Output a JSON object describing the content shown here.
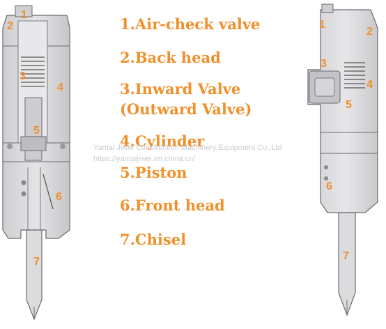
{
  "colors": {
    "label": "#f0902b",
    "steel": "#d8d8da",
    "steel_dark": "#b9b9bc",
    "outline": "#6a6a70"
  },
  "legend": [
    {
      "text": "1.Air-check valve"
    },
    {
      "text": "2.Back head"
    },
    {
      "text": "3.Inward Valve"
    },
    {
      "text": "(Outward Valve)"
    },
    {
      "text": "4.Cylinder"
    },
    {
      "text": "5.Piston"
    },
    {
      "text": "6.Front head"
    },
    {
      "text": "7.Chisel"
    }
  ],
  "callouts_left": [
    "1",
    "2",
    "3",
    "4",
    "5",
    "6",
    "7"
  ],
  "callouts_right": [
    "1",
    "2",
    "3",
    "4",
    "5",
    "6",
    "7"
  ],
  "watermark": {
    "company": "Yantai Jiwei Construction Machinery Equipment Co.,Ltd",
    "url": "https://yantaijiwei.en.china.cn/"
  }
}
